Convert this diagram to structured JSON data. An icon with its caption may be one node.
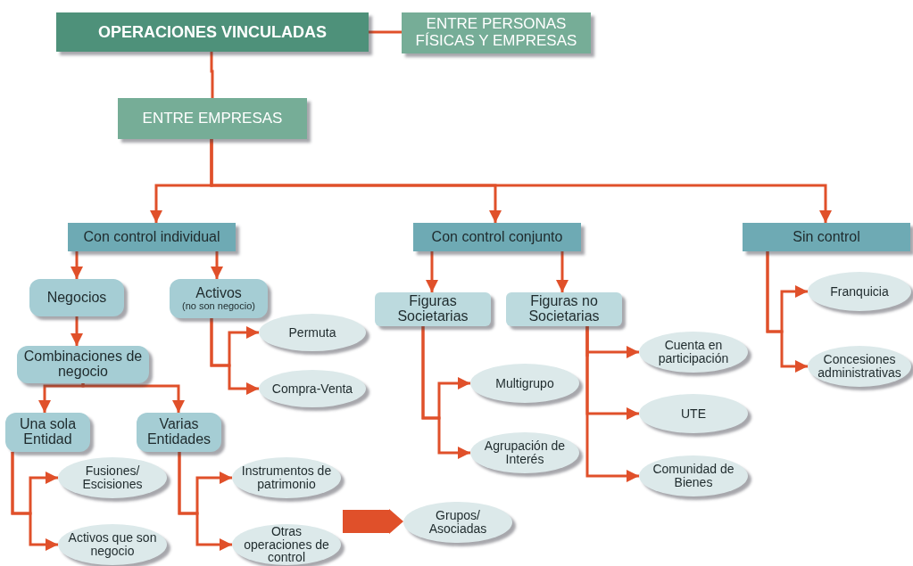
{
  "diagram": {
    "nodes": [
      {
        "text": [
          "OPERACIONES VINCULADAS"
        ]
      },
      {
        "text": [
          "ENTRE PERSONAS FÍSICAS Y EMPRESAS"
        ]
      },
      {
        "text": [
          "ENTRE EMPRESAS"
        ]
      },
      {
        "text": [
          "Con control individual"
        ]
      },
      {
        "text": [
          "Con control conjunto"
        ]
      },
      {
        "text": [
          "Sin control"
        ]
      },
      {
        "text": [
          "Negocios"
        ]
      },
      {
        "text": [
          "Activos",
          "(no son negocio)"
        ]
      },
      {
        "text": [
          "Permuta"
        ]
      },
      {
        "text": [
          "Compra-Venta"
        ]
      },
      {
        "text": [
          "Combinaciones de negocio"
        ]
      },
      {
        "text": [
          "Una sola Entidad"
        ]
      },
      {
        "text": [
          "Varias Entidades"
        ]
      },
      {
        "text": [
          "Fusiones/ Escisiones"
        ]
      },
      {
        "text": [
          "Activos que son negocio"
        ]
      },
      {
        "text": [
          "Instrumentos de patrimonio"
        ]
      },
      {
        "text": [
          "Otras operaciones de control"
        ]
      },
      {
        "text": [
          "Grupos/ Asociadas"
        ]
      },
      {
        "text": [
          "Figuras Societarias"
        ]
      },
      {
        "text": [
          "Figuras no Societarias"
        ]
      },
      {
        "text": [
          "Multigrupo"
        ]
      },
      {
        "text": [
          "Agrupación de Interés"
        ]
      },
      {
        "text": [
          "Cuenta en participación"
        ]
      },
      {
        "text": [
          "UTE"
        ]
      },
      {
        "text": [
          "Comunidad de Bienes"
        ]
      },
      {
        "text": [
          "Franquicia"
        ]
      },
      {
        "text": [
          "Concesiones administrativas"
        ]
      }
    ],
    "edges": [
      {
        "from": 0,
        "to": 1,
        "arrow": "none"
      },
      {
        "from": 0,
        "to": 2,
        "arrow": "none"
      },
      {
        "from": 2,
        "to": 3,
        "arrow": "to"
      },
      {
        "from": 2,
        "to": 4,
        "arrow": "to"
      },
      {
        "from": 2,
        "to": 5,
        "arrow": "to"
      },
      {
        "from": 3,
        "to": 6,
        "arrow": "to"
      },
      {
        "from": 3,
        "to": 7,
        "arrow": "to"
      },
      {
        "from": 6,
        "to": 10,
        "arrow": "to"
      },
      {
        "from": 7,
        "to": 8,
        "arrow": "to"
      },
      {
        "from": 7,
        "to": 9,
        "arrow": "to"
      },
      {
        "from": 10,
        "to": 11,
        "arrow": "to"
      },
      {
        "from": 10,
        "to": 12,
        "arrow": "to"
      },
      {
        "from": 11,
        "to": 13,
        "arrow": "to"
      },
      {
        "from": 11,
        "to": 14,
        "arrow": "to"
      },
      {
        "from": 12,
        "to": 15,
        "arrow": "to"
      },
      {
        "from": 12,
        "to": 16,
        "arrow": "to"
      },
      {
        "from": 16,
        "to": 17,
        "arrow": "to",
        "style": "thick"
      },
      {
        "from": 4,
        "to": 18,
        "arrow": "to"
      },
      {
        "from": 4,
        "to": 19,
        "arrow": "to"
      },
      {
        "from": 18,
        "to": 20,
        "arrow": "to"
      },
      {
        "from": 18,
        "to": 21,
        "arrow": "to"
      },
      {
        "from": 19,
        "to": 22,
        "arrow": "to"
      },
      {
        "from": 19,
        "to": 23,
        "arrow": "to"
      },
      {
        "from": 19,
        "to": 24,
        "arrow": "to"
      },
      {
        "from": 5,
        "to": 25,
        "arrow": "to"
      },
      {
        "from": 5,
        "to": 26,
        "arrow": "to"
      }
    ]
  }
}
